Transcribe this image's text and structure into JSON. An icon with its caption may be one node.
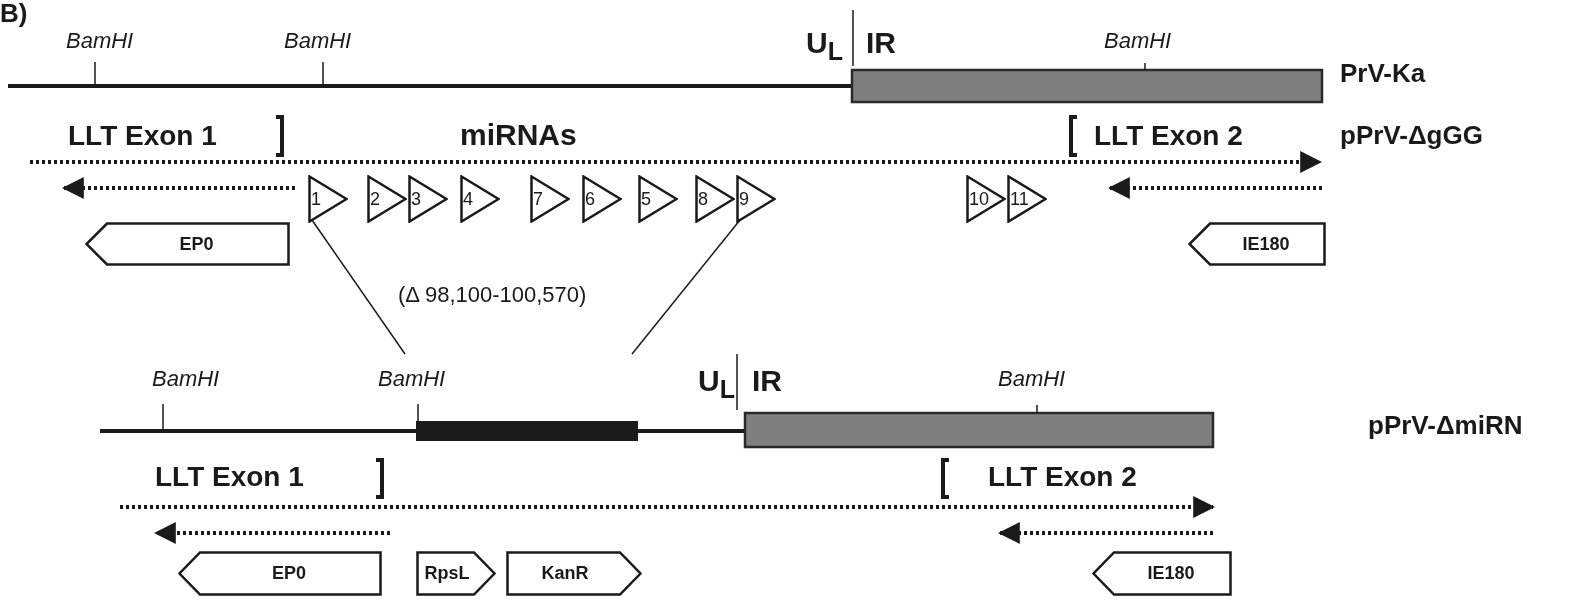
{
  "diagram": {
    "nodes": [
      {
        "text": [
          "EP0"
        ]
      },
      {
        "text": [
          "1"
        ]
      },
      {
        "text": [
          "2"
        ]
      },
      {
        "text": [
          "3"
        ]
      },
      {
        "text": [
          "4"
        ]
      },
      {
        "text": [
          "7"
        ]
      },
      {
        "text": [
          "6"
        ]
      },
      {
        "text": [
          "5"
        ]
      },
      {
        "text": [
          "8"
        ]
      },
      {
        "text": [
          "9"
        ]
      },
      {
        "text": [
          "10"
        ]
      },
      {
        "text": [
          "11"
        ]
      },
      {
        "text": [
          "IE180"
        ]
      },
      {
        "text": [
          "EP0"
        ]
      },
      {
        "text": [
          "RpsL"
        ]
      },
      {
        "text": [
          "KanR"
        ]
      },
      {
        "text": [
          "IE180"
        ]
      },
      {
        "text": [],
        "shape": "bar"
      }
    ],
    "edges": [
      {
        "from": 1,
        "to": 17,
        "arrow": "none"
      },
      {
        "from": 9,
        "to": 17,
        "arrow": "none"
      }
    ],
    "labels": [
      "B)",
      "BamHI",
      "BamHI",
      "U$_{L}$",
      "IR",
      "BamHI",
      "PrV-Ka",
      "LLT Exon 1",
      "miRNAs",
      "LLT Exon 2",
      "pPrV-ΔgGG",
      "(Δ 98,100-100,570)",
      "BamHI",
      "BamHI",
      "U$_{L}$",
      "IR",
      "BamHI",
      "pPrV-ΔmiRN",
      "LLT Exon 1",
      "LLT Exon 2"
    ]
  }
}
